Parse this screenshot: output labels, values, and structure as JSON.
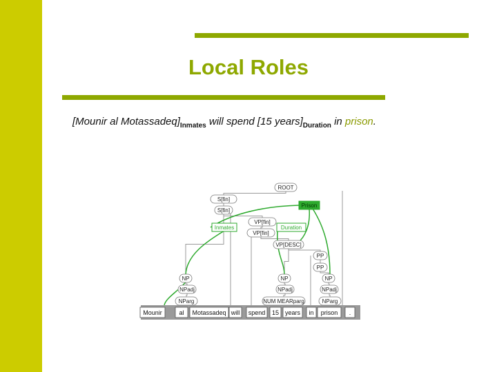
{
  "colors": {
    "left_bar": "#cccc00",
    "rule": "#8ea800",
    "title": "#8ea800",
    "role": "#2eaa2e",
    "token_strip": "#9a9a9a",
    "node_border": "#777777",
    "edge": "#9a9a9a"
  },
  "slide": {
    "title": "Local Roles"
  },
  "sentence": {
    "part1": "[Mounir al Motassadeq]",
    "sub1": "Inmates",
    "part2": " will spend [15 years]",
    "sub2": "Duration",
    "part3": " in ",
    "part4": "prison",
    "part5": "."
  },
  "tree": {
    "nodes": [
      {
        "id": "root",
        "label": "ROOT"
      },
      {
        "id": "s_fin",
        "label": "S[fin]"
      },
      {
        "id": "s",
        "label": "S[fin]"
      },
      {
        "id": "prison_role",
        "label": "Prison",
        "role": true
      },
      {
        "id": "inmates_role",
        "label": "Inmates",
        "role": true
      },
      {
        "id": "vp_fin",
        "label": "VP[fin]"
      },
      {
        "id": "duration_role",
        "label": "Duration",
        "role": true
      },
      {
        "id": "vp_fin2",
        "label": "VP[fin]"
      },
      {
        "id": "vp_desc",
        "label": "VP[DESC]"
      },
      {
        "id": "pp1",
        "label": "PP"
      },
      {
        "id": "pp2",
        "label": "PP"
      },
      {
        "id": "np1",
        "label": "NP"
      },
      {
        "id": "np2",
        "label": "NP"
      },
      {
        "id": "np3",
        "label": "NP"
      },
      {
        "id": "npadj1",
        "label": "NPadj"
      },
      {
        "id": "npadj2",
        "label": "NPadj"
      },
      {
        "id": "npadj3",
        "label": "NPadj"
      },
      {
        "id": "nparg1",
        "label": "NParg"
      },
      {
        "id": "nparg2",
        "label": "NUM MEARparg"
      },
      {
        "id": "nparg3",
        "label": "NParg"
      }
    ],
    "tokens": [
      "Mounir",
      "al",
      "Motassadeq",
      "will",
      "spend",
      "15",
      "years",
      "in",
      "prison",
      "."
    ]
  }
}
